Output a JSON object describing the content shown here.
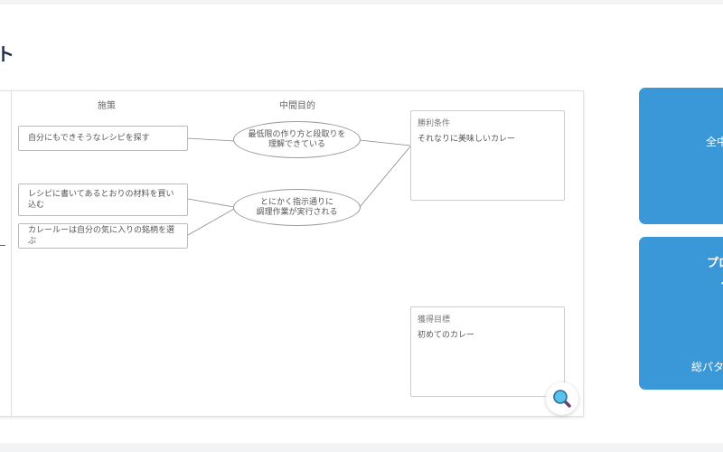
{
  "page": {
    "title_fragment": "ト"
  },
  "diagram": {
    "headers": {
      "measures": "施策",
      "intermediate": "中間目的"
    },
    "measures": [
      "自分にもできそうなレシピを探す",
      "レシピに書いてあるとおりの材料を買い込む",
      "カレールーは自分の気に入りの銘柄を選ぶ"
    ],
    "intermediate": [
      "最低限の作り方と段取りを\n理解できている",
      "とにかく指示通りに\n調理作業が実行される"
    ],
    "win_condition": {
      "label": "勝利条件",
      "value": "それなりに美味しいカレー"
    },
    "goal": {
      "label": "獲得目標",
      "value": "初めてのカレー"
    }
  },
  "side_cards": [
    {
      "text": "全中"
    },
    {
      "title": "プロ",
      "sub": "・",
      "footer": "総パタ"
    }
  ],
  "colors": {
    "accent": "#3a97d8"
  }
}
